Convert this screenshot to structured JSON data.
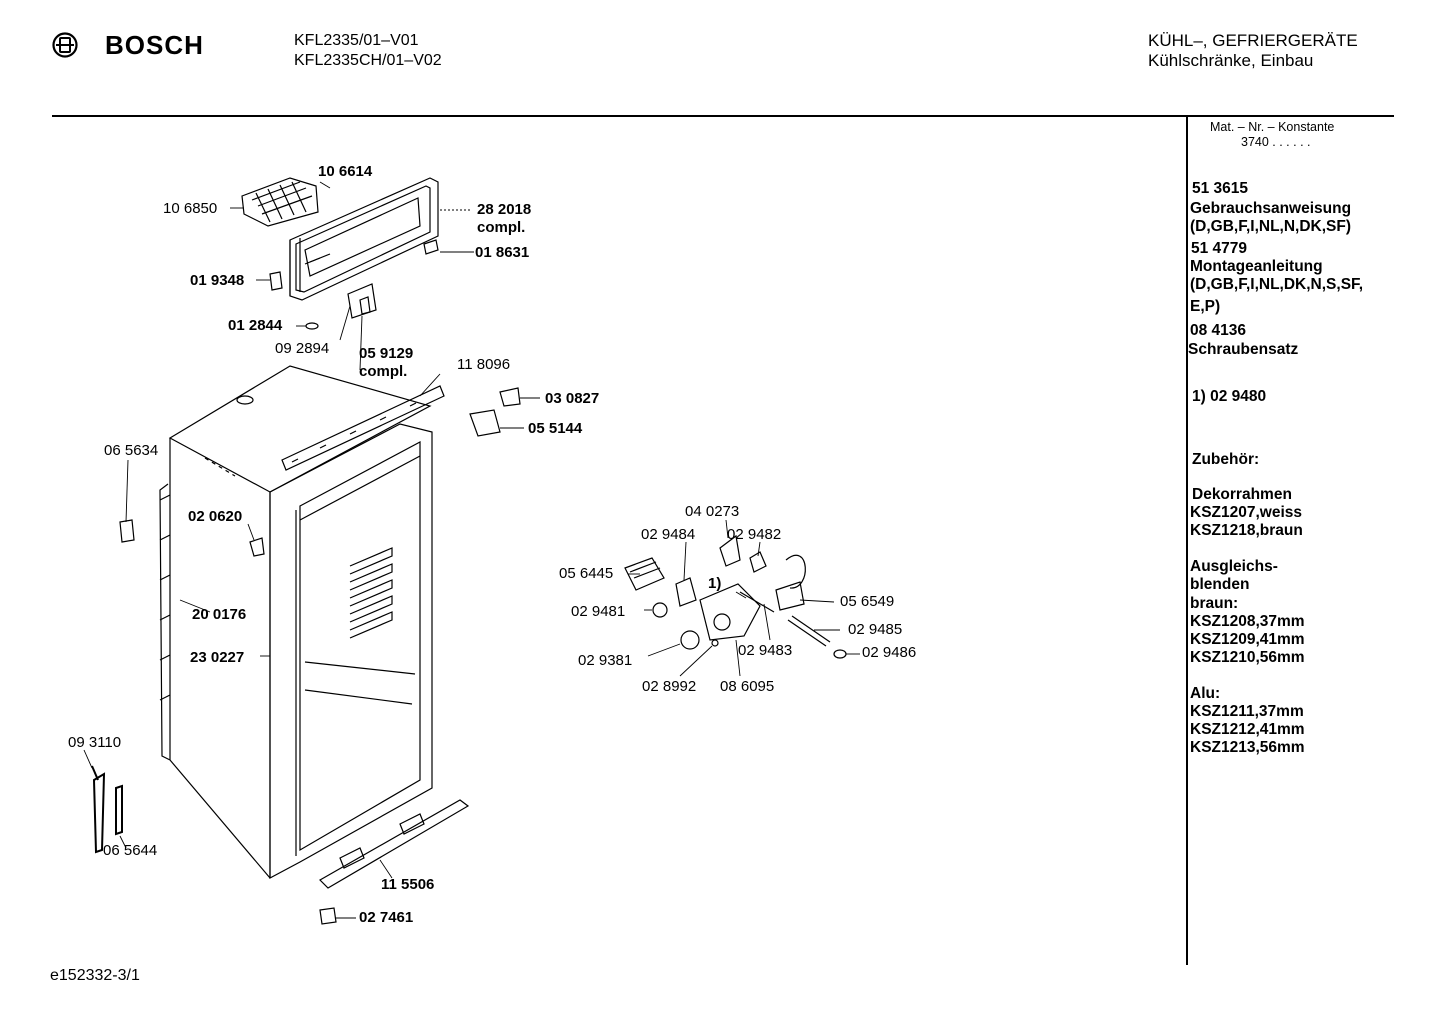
{
  "header": {
    "brand": "BOSCH",
    "model_line1": "KFL2335/01–V01",
    "model_line2": "KFL2335CH/01–V02",
    "category_line1": "KÜHL–, GEFRIERGERÄTE",
    "category_line2": "Kühlschränke, Einbau"
  },
  "sidebar": {
    "konstante_label": "Mat. – Nr. – Konstante",
    "konstante_value": "3740 . . . . . .",
    "entries": [
      "51 3615",
      "Gebrauchsanweisung",
      "(D,GB,F,I,NL,N,DK,SF)",
      "51 4779",
      "Montageanleitung",
      "(D,GB,F,I,NL,DK,N,S,SF,",
      "E,P)",
      "08 4136",
      "Schraubensatz",
      "1)  02 9480",
      "Zubehör:",
      "Dekorrahmen",
      "KSZ1207,weiss",
      "KSZ1218,braun",
      "Ausgleichs-",
      "blenden",
      "braun:",
      "KSZ1208,37mm",
      "KSZ1209,41mm",
      "KSZ1210,56mm",
      "Alu:",
      "KSZ1211,37mm",
      "KSZ1212,41mm",
      "KSZ1213,56mm"
    ]
  },
  "parts": [
    "10 6614",
    "10 6850",
    "28 2018",
    "compl.",
    "01 8631",
    "01 9348",
    "01 2844",
    "09 2894",
    "05 9129",
    "compl.",
    "11 8096",
    "03 0827",
    "05 5144",
    "06 5634",
    "02 0620",
    "20 0176",
    "23 0227",
    "09 3110",
    "06 5644",
    "11 5506",
    "02 7461",
    "04 0273",
    "02 9484",
    "02 9482",
    "05 6445",
    "1)",
    "02 9481",
    "05 6549",
    "02 9485",
    "02 9381",
    "02 9483",
    "02 9486",
    "02 8992",
    "08 6095"
  ],
  "footer": {
    "code": "e152332-3/1"
  }
}
